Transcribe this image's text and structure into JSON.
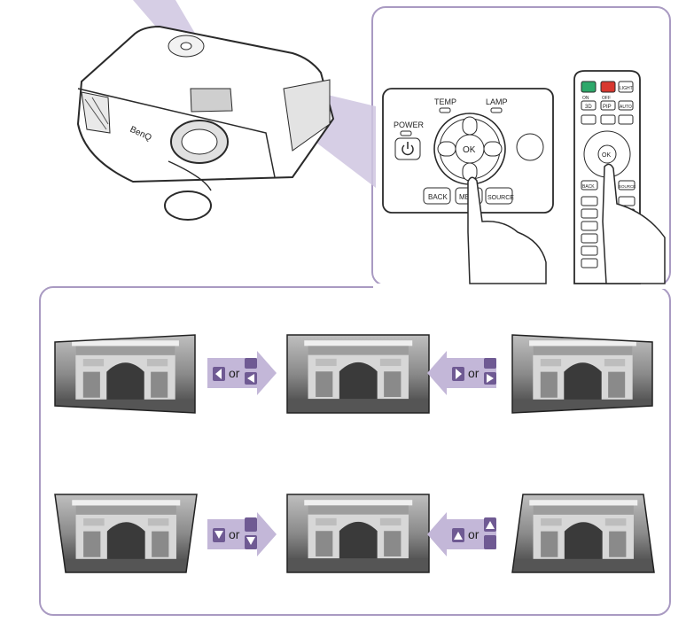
{
  "control_panel": {
    "power_label": "POWER",
    "temp_label": "TEMP",
    "lamp_label": "LAMP",
    "ok_label": "OK",
    "back_label": "BACK",
    "menu_label": "ME",
    "source_label": "SOURCE"
  },
  "remote": {
    "on_label": "ON",
    "off_label": "OFF",
    "light_label": "LIGHT",
    "btn_3d": "3D",
    "btn_pip": "PIP",
    "btn_auto": "AUTO",
    "ok_label": "OK",
    "back_label": "BACK",
    "source_label": "SOURCE"
  },
  "projector": {
    "brand": "BenQ"
  },
  "keystone": {
    "row1_instruction": "or",
    "row1_instruction_right": "or",
    "row2_instruction": "or",
    "row2_instruction_right": "or"
  },
  "colors": {
    "accent_purple": "#a99ac2",
    "arrow_fill": "#c3b7d8",
    "key_fill": "#6f5a93"
  }
}
